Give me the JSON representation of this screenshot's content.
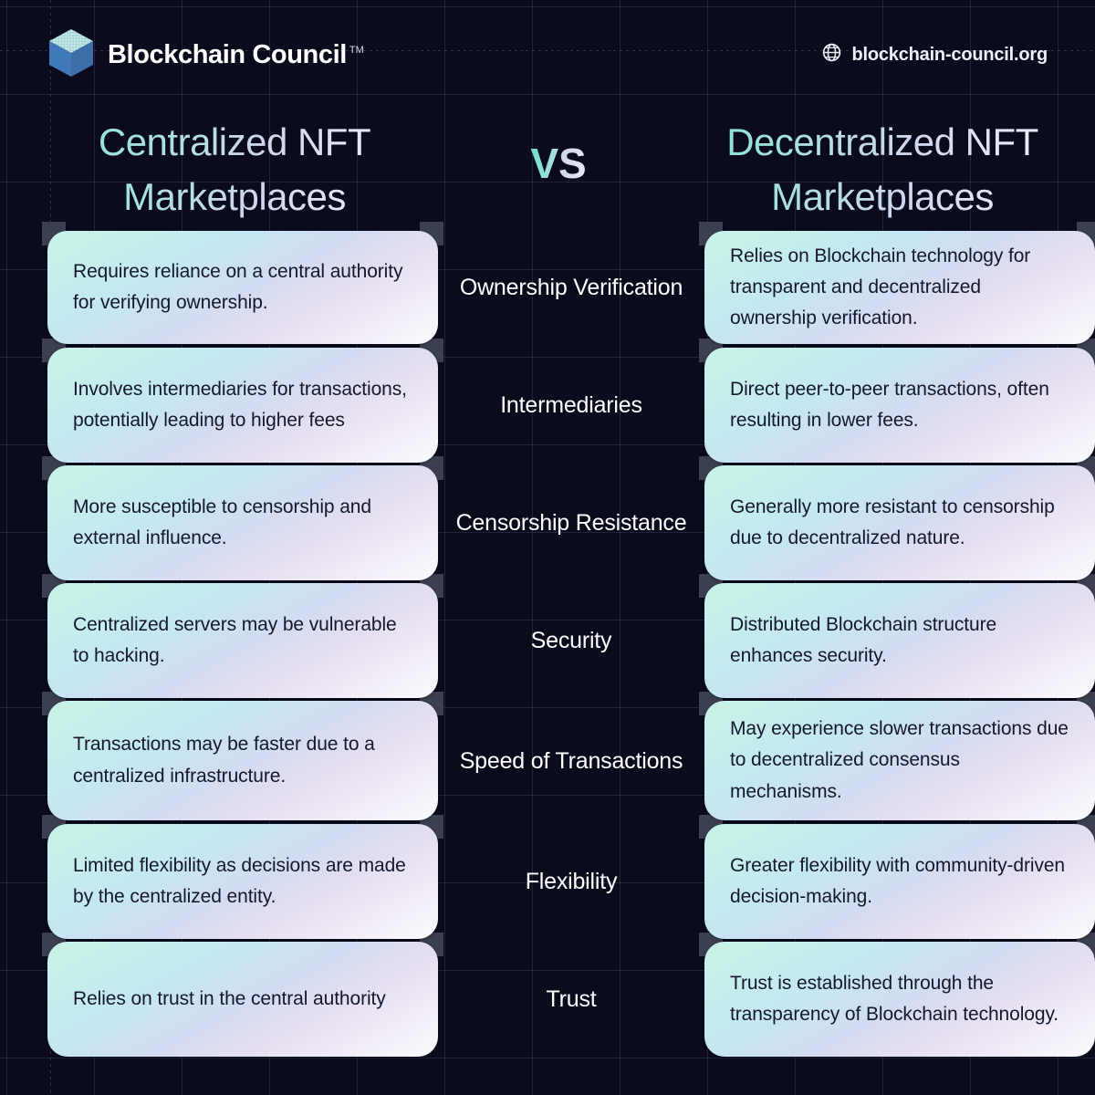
{
  "theme": {
    "background": "#0a0c1e",
    "accent_teal": "#7fdfd0",
    "card_text": "#14182e",
    "label_text": "#ffffff",
    "logo_blue": "#4178b8",
    "logo_top": "#a9d9d9"
  },
  "header": {
    "brand_name": "Blockchain Council",
    "trademark": "TM",
    "logo_icon": "cube-icon",
    "globe_icon": "globe-icon",
    "website": "blockchain-council.org"
  },
  "titles": {
    "left": "Centralized NFT Marketplaces",
    "vs": "VS",
    "right": "Decentralized NFT Marketplaces"
  },
  "comparison": {
    "rows": [
      {
        "label": "Ownership Verification",
        "left": "Requires reliance on a central authority for verifying ownership.",
        "right": "Relies on Blockchain technology for transparent and decentralized ownership verification."
      },
      {
        "label": "Intermediaries",
        "left": "Involves intermediaries for transactions, potentially leading to higher fees",
        "right": "Direct peer-to-peer transactions, often resulting in lower fees."
      },
      {
        "label": "Censorship Resistance",
        "left": "More susceptible to censorship and external influence.",
        "right": "Generally more resistant to censorship due to decentralized nature."
      },
      {
        "label": "Security",
        "left": "Centralized servers may be vulnerable to hacking.",
        "right": "Distributed Blockchain structure enhances security."
      },
      {
        "label": "Speed of Transactions",
        "left": "Transactions may be faster due to a centralized infrastructure.",
        "right": "May experience slower transactions due to decentralized consensus mechanisms."
      },
      {
        "label": "Flexibility",
        "left": "Limited flexibility as decisions are made by the centralized entity.",
        "right": "Greater flexibility with community-driven decision-making."
      },
      {
        "label": "Trust",
        "left": "Relies on trust in the central authority",
        "right": "Trust is established through the transparency of Blockchain technology."
      }
    ]
  }
}
